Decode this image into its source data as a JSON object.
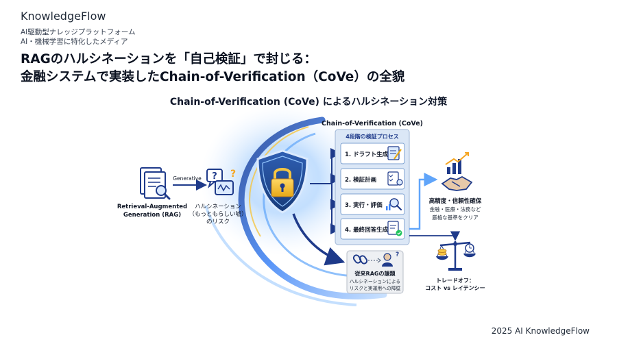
{
  "header": {
    "brand": "KnowledgeFlow",
    "tagline_line1": "AI駆動型ナレッジプラットフォーム",
    "tagline_line2": "AI・機械学習に特化したメディア",
    "headline_line1": "RAGのハルシネーションを「自己検証」で封じる：",
    "headline_line2": "金融システムで実装したChain-of-Verification（CoVe）の全貌"
  },
  "diagram": {
    "subtitle": "Chain-of-Verification (CoVe) によるハルシネーション対策",
    "rag": {
      "label_line1": "Retrieval-Augmented",
      "label_line2": "Generation (RAG)"
    },
    "edge_label": "Generative",
    "hallucination": {
      "line1": "ハルシネーション",
      "line2": "（もっともらしい嘘）",
      "line3": "のリスク"
    },
    "cove_panel": {
      "title": "Chain-of-Verification (CoVe)",
      "process_title": "4段階の検証プロセス",
      "steps": [
        {
          "label": "1. ドラフト生成",
          "icon": "draft-icon"
        },
        {
          "label": "2. 検証計画",
          "icon": "plan-checklist-icon"
        },
        {
          "label": "3. 実行・評価",
          "icon": "search-evaluate-icon"
        },
        {
          "label": "4. 最終回答生成",
          "icon": "final-document-icon"
        }
      ]
    },
    "conventional": {
      "title": "従来RAGの課題",
      "line1": "ハルシネーションによる",
      "line2": "リスクと実運用への障壁"
    },
    "outcome": {
      "title": "高精度・信頼性確保",
      "line1": "金融・医療・法務など",
      "line2": "厳格な基準をクリア"
    },
    "tradeoff": {
      "line1": "トレードオフ：",
      "line2": "コスト vs レイテンシー"
    },
    "colors": {
      "accent": "#2563eb",
      "navy": "#1e3a8a",
      "gold": "#f5c542",
      "panel_bg": "#dbe7f6"
    }
  },
  "footer": {
    "copyright": "2025 AI KnowledgeFlow"
  }
}
